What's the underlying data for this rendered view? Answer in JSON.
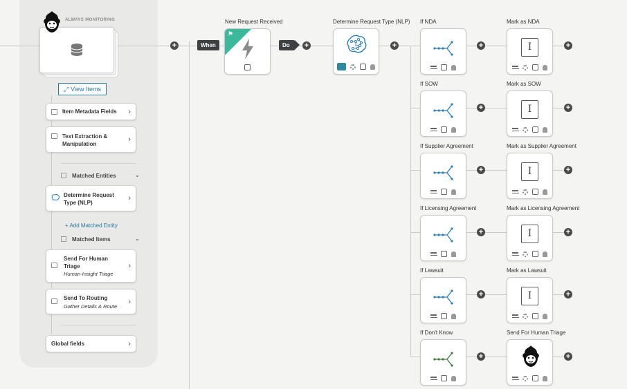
{
  "sidebar": {
    "always_monitoring": "ALWAYS MONITORING",
    "view_items": "View Items",
    "items": [
      {
        "label": "Item Metadata Fields"
      },
      {
        "label": "Text Extraction & Manipulation"
      },
      {
        "label": "Determine Request Type (NLP)"
      },
      {
        "label": "Send For Human Triage",
        "sub": "Human-Insight Triage"
      },
      {
        "label": "Send To Routing",
        "sub": "Gather Details & Route"
      },
      {
        "label": "Global fields"
      }
    ],
    "matched_entities": "Matched Entities",
    "add_matched_entity": "+ Add Matched Entity",
    "matched_items": "Matched Items"
  },
  "flow": {
    "when_label": "When",
    "do_label": "Do",
    "trigger_title": "New Request Received",
    "nlp_title": "Determine Request Type (NLP)",
    "conditions": [
      {
        "if_label": "If NDA",
        "action_label": "Mark as NDA"
      },
      {
        "if_label": "If SOW",
        "action_label": "Mark as SOW"
      },
      {
        "if_label": "If Supplier Agreement",
        "action_label": "Mark as Supplier Agreement"
      },
      {
        "if_label": "If Licensing Agreement",
        "action_label": "Mark as Licensing Agreement"
      },
      {
        "if_label": "If Lawsuit",
        "action_label": "Mark as Lawsuit"
      },
      {
        "if_label": "If Don't Know",
        "action_label": "Send For Human Triage"
      }
    ]
  },
  "colors": {
    "accent": "#2a7aa3",
    "teal": "#2b8a9e",
    "trigger_green": "#3cb99b",
    "branch_blue": "#2a7fbf",
    "branch_green": "#3d7a3a"
  }
}
